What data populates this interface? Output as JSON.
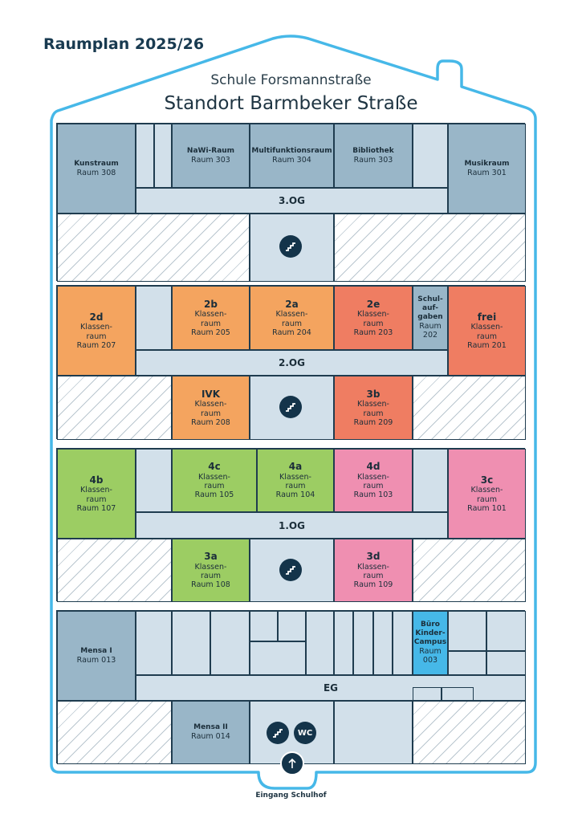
{
  "header": {
    "title": "Raumplan 2025/26",
    "school": "Schule Forsmannstraße",
    "site": "Standort Barmbeker Straße"
  },
  "floors": {
    "og3": {
      "label": "3.OG",
      "rooms": {
        "kunst": {
          "name": "Kunstraum",
          "num": "Raum 308"
        },
        "nawi": {
          "name": "NaWi-Raum",
          "num": "Raum 303"
        },
        "multi": {
          "name": "Multifunktionsraum",
          "num": "Raum 304"
        },
        "bib": {
          "name": "Bibliothek",
          "num": "Raum 303"
        },
        "musik": {
          "name": "Musikraum",
          "num": "Raum 301"
        }
      }
    },
    "og2": {
      "label": "2.OG",
      "rooms": {
        "r2d": {
          "name": "2d",
          "desc": "Klassen-\nraum",
          "num": "Raum 207"
        },
        "r2b": {
          "name": "2b",
          "desc": "Klassen-\nraum",
          "num": "Raum 205"
        },
        "r2a": {
          "name": "2a",
          "desc": "Klassen-\nraum",
          "num": "Raum 204"
        },
        "r2e": {
          "name": "2e",
          "desc": "Klassen-\nraum",
          "num": "Raum 203"
        },
        "schul": {
          "name": "Schul-\nauf-\ngaben",
          "num": "Raum\n202"
        },
        "frei": {
          "name": "frei",
          "desc": "Klassen-\nraum",
          "num": "Raum 201"
        },
        "ivk": {
          "name": "IVK",
          "desc": "Klassen-\nraum",
          "num": "Raum 208"
        },
        "r3b": {
          "name": "3b",
          "desc": "Klassen-\nraum",
          "num": "Raum 209"
        }
      }
    },
    "og1": {
      "label": "1.OG",
      "rooms": {
        "r4b": {
          "name": "4b",
          "desc": "Klassen-\nraum",
          "num": "Raum 107"
        },
        "r4c": {
          "name": "4c",
          "desc": "Klassen-\nraum",
          "num": "Raum 105"
        },
        "r4a": {
          "name": "4a",
          "desc": "Klassen-\nraum",
          "num": "Raum 104"
        },
        "r4d": {
          "name": "4d",
          "desc": "Klassen-\nraum",
          "num": "Raum 103"
        },
        "r3c": {
          "name": "3c",
          "desc": "Klassen-\nraum",
          "num": "Raum 101"
        },
        "r3a": {
          "name": "3a",
          "desc": "Klassen-\nraum",
          "num": "Raum 108"
        },
        "r3d": {
          "name": "3d",
          "desc": "Klassen-\nraum",
          "num": "Raum 109"
        }
      }
    },
    "eg": {
      "label": "EG",
      "rooms": {
        "mensa1": {
          "name": "Mensa I",
          "num": "Raum 013"
        },
        "buero": {
          "name": "Büro\nKinder-\nCampus",
          "num": "Raum\n003"
        },
        "mensa2": {
          "name": "Mensa II",
          "num": "Raum 014"
        }
      }
    }
  },
  "icons": {
    "wc_text": "WC",
    "stairs": "stairs-icon",
    "entrance": "arrow-up-icon"
  },
  "entrance": "Eingang Schulhof",
  "colors": {
    "outline": "#46b8e8",
    "lines": "#1f3c4f",
    "blue_rooms": "#99b6c8",
    "orange_rooms": "#f4a45f",
    "red_rooms": "#ef7d62",
    "green_rooms": "#9ccd63",
    "pink_rooms": "#ef8fb1",
    "office": "#46b8e8",
    "corridor": "#d2e0ea"
  }
}
